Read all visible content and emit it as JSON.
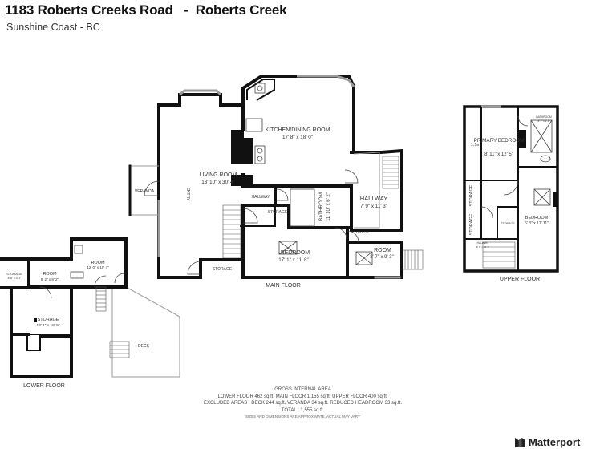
{
  "header": {
    "title": "1183 Roberts Creeks Road   -  Roberts Creek",
    "subtitle": "Sunshine Coast - BC"
  },
  "floors": {
    "main": "MAIN FLOOR",
    "upper": "UPPER FLOOR",
    "lower": "LOWER FLOOR"
  },
  "rooms": {
    "kitchen": {
      "name": "KITCHEN/DINING ROOM",
      "dims": "17' 8\" x 18' 0\""
    },
    "living": {
      "name": "LIVING ROOM",
      "dims": "13' 10\" x 30' 4\""
    },
    "veranda": "VERANDA",
    "entry": "ENTRY",
    "hallway_small": "HALLWAY",
    "hallway_right": {
      "name": "HALLWAY",
      "dims": "7' 9\" x 11' 3\""
    },
    "storage_mid": "STORAGE",
    "bathroom": {
      "name": "BATHROOM",
      "dims": "11' 10\" x 6' 2\""
    },
    "storage_right": "STORAGE",
    "bedroom_main": {
      "name": "BEDROOM",
      "dims": "17' 1\" x 11' 8\""
    },
    "room_right": {
      "name": "ROOM",
      "dims": "8' 7\" x 9' 3\""
    },
    "storage_left": "STORAGE",
    "primary_bedroom": {
      "name": "PRIMARY BEDROOM",
      "dims": "8' 11\" x 12' 5\""
    },
    "upper_bedroom": {
      "name": "BEDROOM",
      "dims": "6' 3\" x 17' 11\""
    },
    "upper_bathroom": {
      "name": "BATHROOM",
      "dims": "8' 1\" x 9' 4\""
    },
    "upper_storage_1": "STORAGE",
    "upper_storage_2": "STORAGE",
    "upper_storage_3": "STORAGE",
    "upper_hallway": {
      "name": "HALLWAY",
      "dims": "9' 9\" x 10' 3\""
    },
    "ceiling_mark": "1.5m",
    "lower_storage_small": {
      "name": "STORAGE",
      "dims": "6' 6\" x 4' 1\""
    },
    "lower_room_left": {
      "name": "ROOM",
      "dims": "9' 2\" x 8' 2\""
    },
    "lower_room_right": {
      "name": "ROOM",
      "dims": "12' 0\" x 10' 4\""
    },
    "lower_storage_big": {
      "name": "STORAGE",
      "dims": "13' 1\" x 18' 9\""
    },
    "deck": "DECK"
  },
  "summary": {
    "title": "GROSS INTERNAL AREA",
    "line1": "LOWER FLOOR  462 sq.ft.   MAIN FLOOR  1,155 sq.ft.   UPPER FLOOR  400 sq.ft.",
    "line2": "EXCLUDED AREAS :  DECK 244 sq.ft.   VERANDA 34 sq.ft.   REDUCED HEADROOM 33 sq.ft.",
    "line3": "TOTAL :  1,555 sq.ft.",
    "disclaimer": "SIZES AND DIMENSIONS ARE APPROXIMATE, ACTUAL MAY VARY"
  },
  "brand": {
    "name": "Matterport",
    "color": "#222222"
  }
}
